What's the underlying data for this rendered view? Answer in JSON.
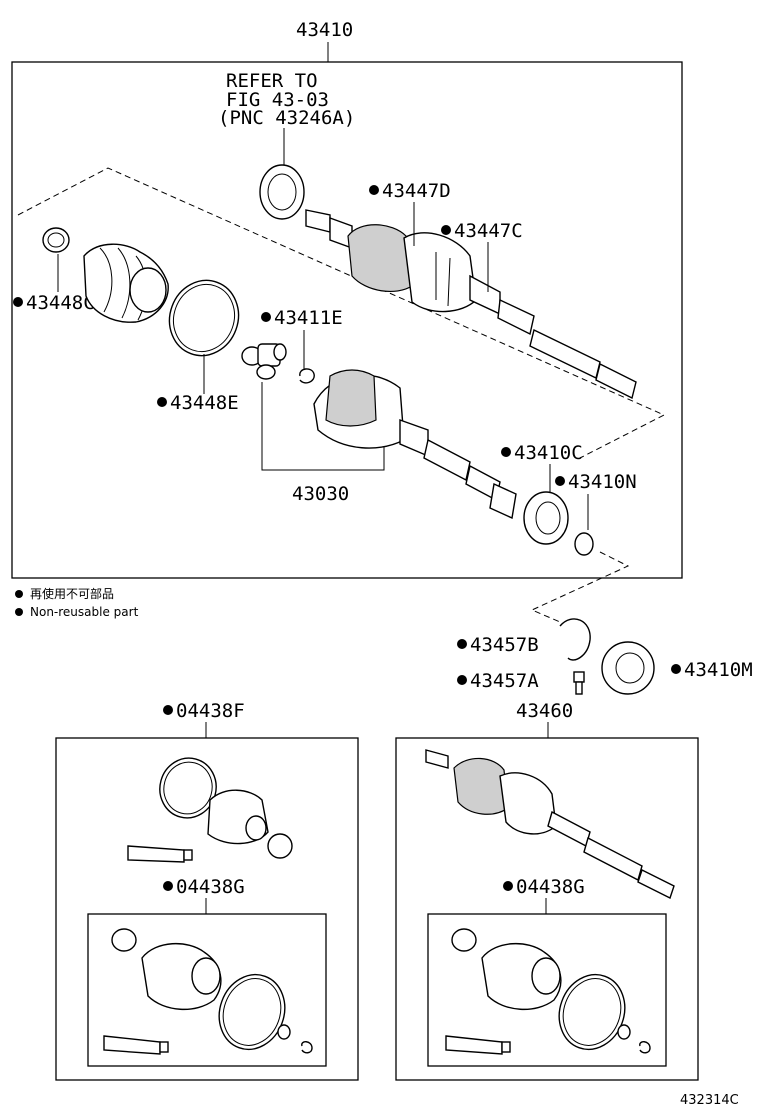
{
  "labels": {
    "main_assembly": "43410",
    "refer_line1": "REFER TO",
    "refer_line2": "FIG 43-03",
    "refer_line3": "(PNC 43246A)",
    "p43447D": "43447D",
    "p43447C": "43447C",
    "p43448C": "43448C",
    "p43411E": "43411E",
    "p43448E": "43448E",
    "p43030": "43030",
    "p43410C": "43410C",
    "p43410N": "43410N",
    "p43457B": "43457B",
    "p43457A": "43457A",
    "p43410M": "43410M",
    "p04438F": "04438F",
    "p43460": "43460",
    "p04438G_left": "04438G",
    "p04438G_right": "04438G",
    "figure_code": "432314C"
  },
  "legend": {
    "jp": "再使用不可部品",
    "en": "Non-reusable part"
  },
  "colors": {
    "ink": "#000000",
    "background": "#ffffff"
  }
}
